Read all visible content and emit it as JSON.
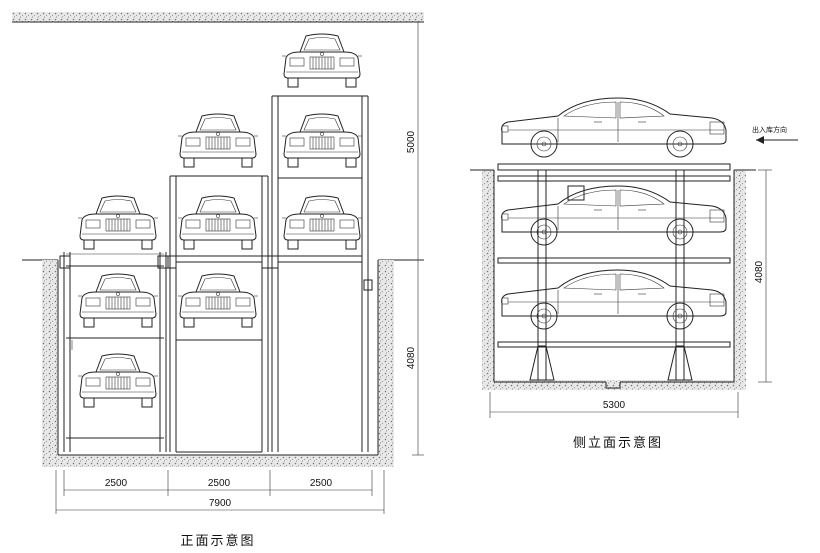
{
  "front_view": {
    "caption": "正面示意图",
    "dims": {
      "bay_1": "2500",
      "bay_2": "2500",
      "bay_3": "2500",
      "total_width": "7900",
      "height_above": "5000",
      "height_below": "4080"
    }
  },
  "side_view": {
    "caption": "侧立面示意图",
    "entry_label": "出入库方向",
    "dims": {
      "length": "5300",
      "height": "4080"
    }
  },
  "colors": {
    "line": "#222222",
    "soil": "#9a9a9a",
    "background": "#ffffff"
  }
}
